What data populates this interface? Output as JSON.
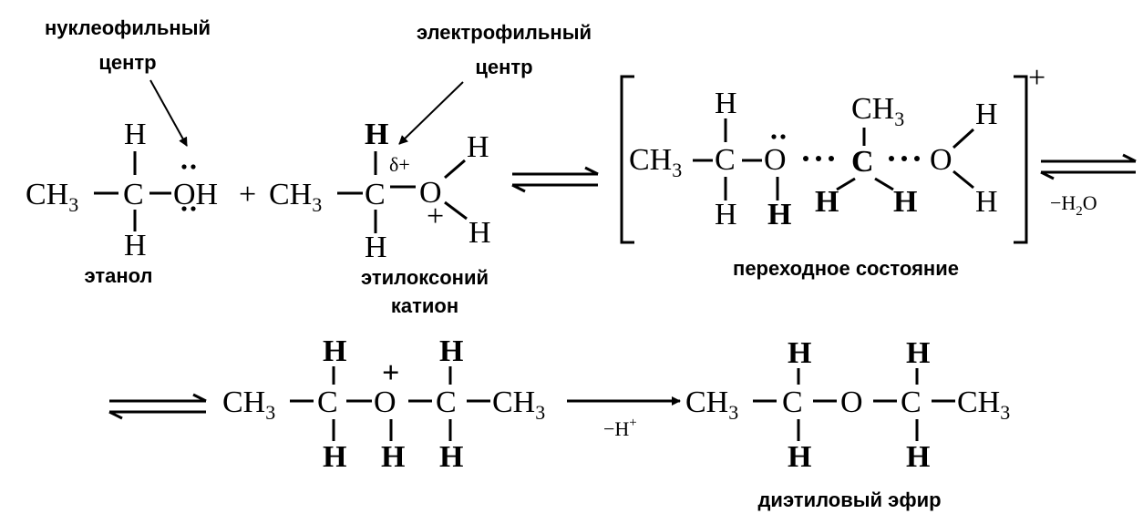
{
  "labels": {
    "nucleophilic_center": [
      "нуклеофильный",
      "центр"
    ],
    "electrophilic_center": [
      "электрофильный",
      "центр"
    ],
    "ethanol": "этанол",
    "ethyloxonium_cation": [
      "этилоксоний",
      "катион"
    ],
    "transition_state": "переходное состояние",
    "diethyl_ether": "диэтиловый эфир"
  },
  "symbols": {
    "ch3": "CH",
    "sub3": "3",
    "c": "C",
    "h": "H",
    "o": "O",
    "oh": "OH",
    "plus": "+",
    "delta_plus": "δ+",
    "minus_water": "−H",
    "water_sub": "2",
    "water_o": "O",
    "minus_proton": "−H",
    "proton_sup": "+"
  }
}
